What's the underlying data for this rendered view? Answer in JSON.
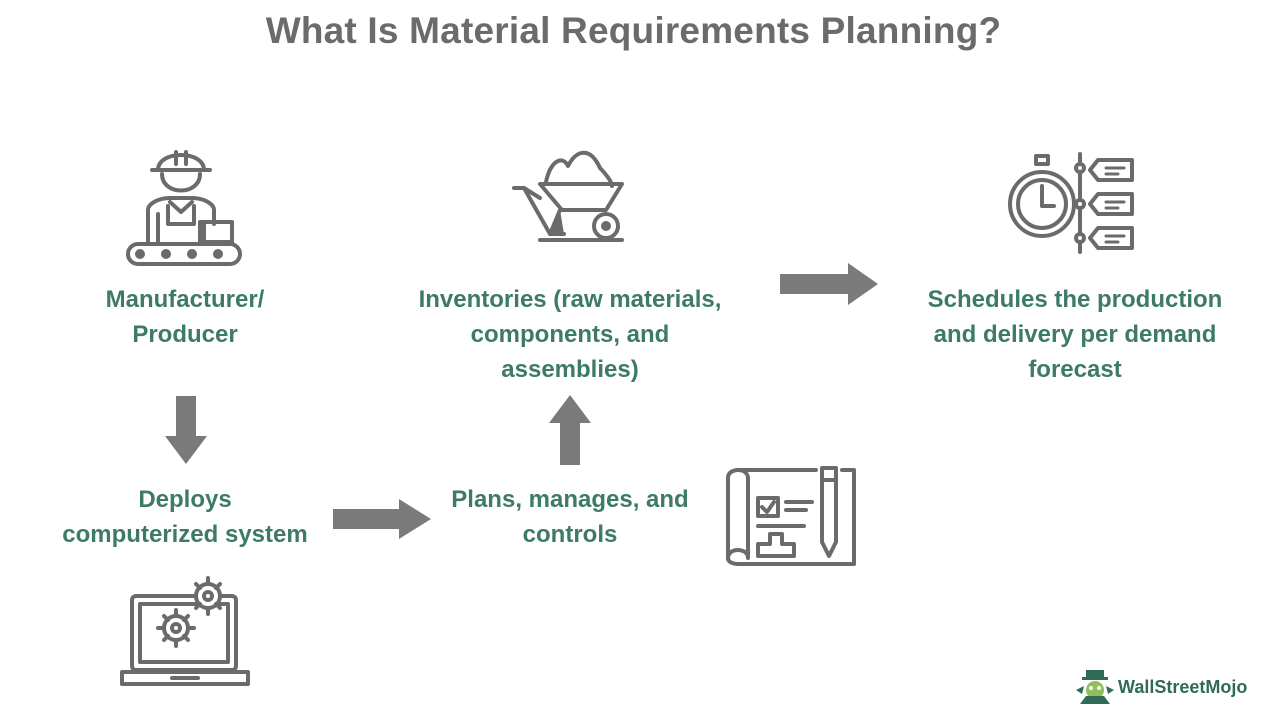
{
  "title": "What Is Material Requirements Planning?",
  "nodes": {
    "manufacturer": [
      "Manufacturer/",
      "Producer"
    ],
    "inventories": [
      "Inventories (raw materials,",
      "components, and",
      "assemblies)"
    ],
    "schedules": [
      "Schedules the production",
      "and delivery per demand",
      "forecast"
    ],
    "deploys": [
      "Deploys",
      "computerized system"
    ],
    "plans": [
      "Plans, manages, and",
      "controls"
    ]
  },
  "icons": {
    "manufacturer": "worker-conveyor-icon",
    "inventories": "wheelbarrow-icon",
    "schedules": "stopwatch-schedule-icon",
    "deploys": "laptop-gears-icon",
    "plans": "blueprint-pencil-icon"
  },
  "colors": {
    "label": "#3d7a6a",
    "title": "#6b6b6b",
    "icon": "#6b6b6b",
    "arrow": "#7a7a7a",
    "brand": "#2f6b56"
  },
  "logo": {
    "text": "WallStreetMojo"
  }
}
